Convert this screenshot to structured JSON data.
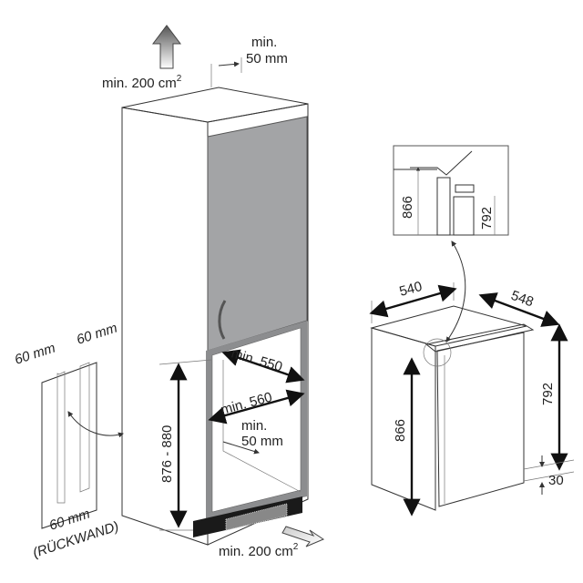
{
  "cabinet": {
    "top_vent_label": "min. 200 cm",
    "top_vent_sup": "2",
    "top_gap_label_1": "min.",
    "top_gap_label_2": "50 mm",
    "depth_label": "min. 550",
    "width_label": "min. 560",
    "rear_gap_label_1": "min.",
    "rear_gap_label_2": "50 mm",
    "niche_height_label": "876 - 880",
    "bottom_vent_label": "min. 200 cm",
    "bottom_vent_sup": "2"
  },
  "rear_panel": {
    "left_slot_label": "60 mm",
    "right_slot_label": "60 mm",
    "bottom_label": "60 mm",
    "bottom_note": "(RÜCKWAND)"
  },
  "appliance": {
    "width_label": "540",
    "depth_label": "548",
    "height_label": "866",
    "door_height_label": "792",
    "foot_label": "30"
  },
  "detail_inset": {
    "height_label": "866",
    "door_height_label": "792"
  },
  "colors": {
    "door": "#a3a4a6",
    "frame": "#8c8d8f",
    "plinth": "#1a1a1a"
  }
}
